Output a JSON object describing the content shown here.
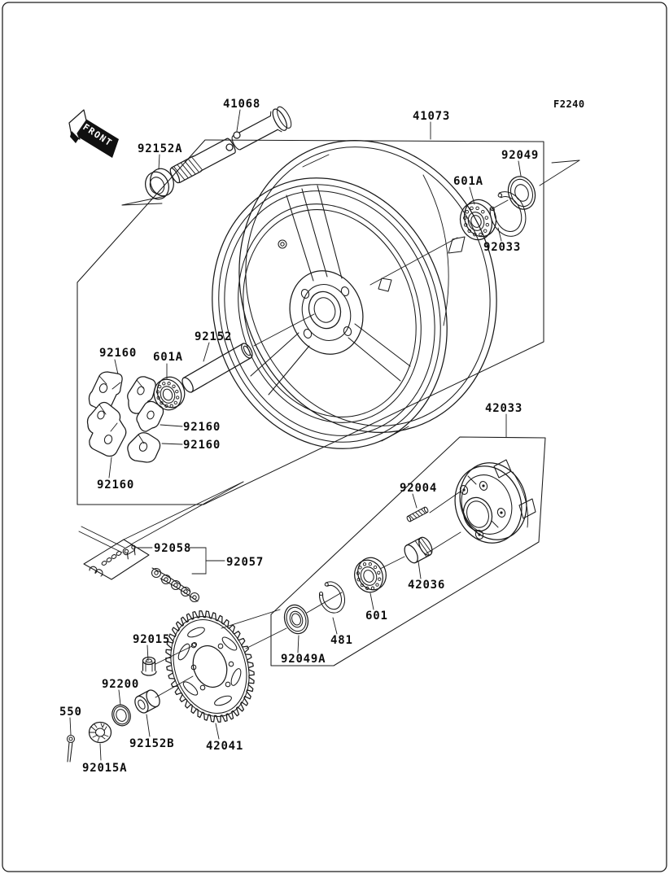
{
  "figure": {
    "code": "F2240",
    "front_label": "FRONT"
  },
  "parts": {
    "41068": "41068",
    "41073": "41073",
    "42033": "42033",
    "42036": "42036",
    "42041": "42041",
    "481": "481",
    "550": "550",
    "601": "601",
    "601A": "601A",
    "92004": "92004",
    "92015": "92015",
    "92015A": "92015A",
    "92033": "92033",
    "92049": "92049",
    "92049A": "92049A",
    "92057": "92057",
    "92058": "92058",
    "92152": "92152",
    "92152A": "92152A",
    "92152B": "92152B",
    "92160": "92160",
    "92200": "92200"
  }
}
